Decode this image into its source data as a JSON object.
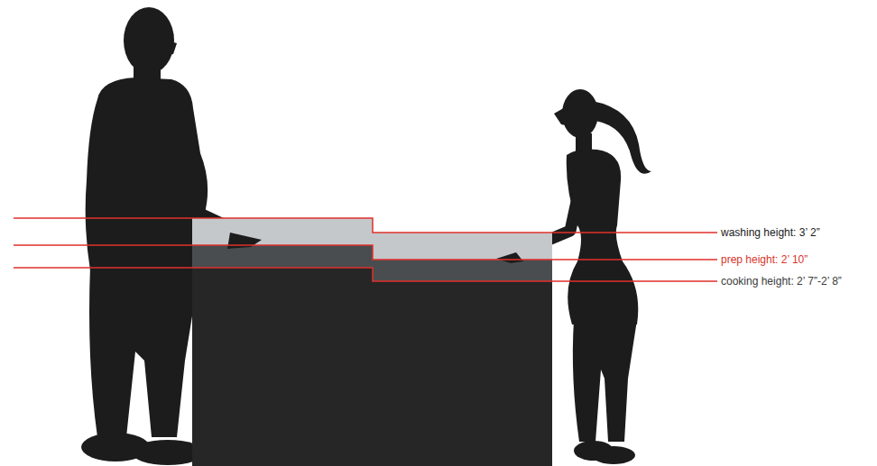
{
  "diagram": {
    "labels": [
      "washing height: 3’ 2”",
      "prep height: 2’ 10”",
      "cooking height: 2’ 7”-2’ 8”"
    ]
  }
}
